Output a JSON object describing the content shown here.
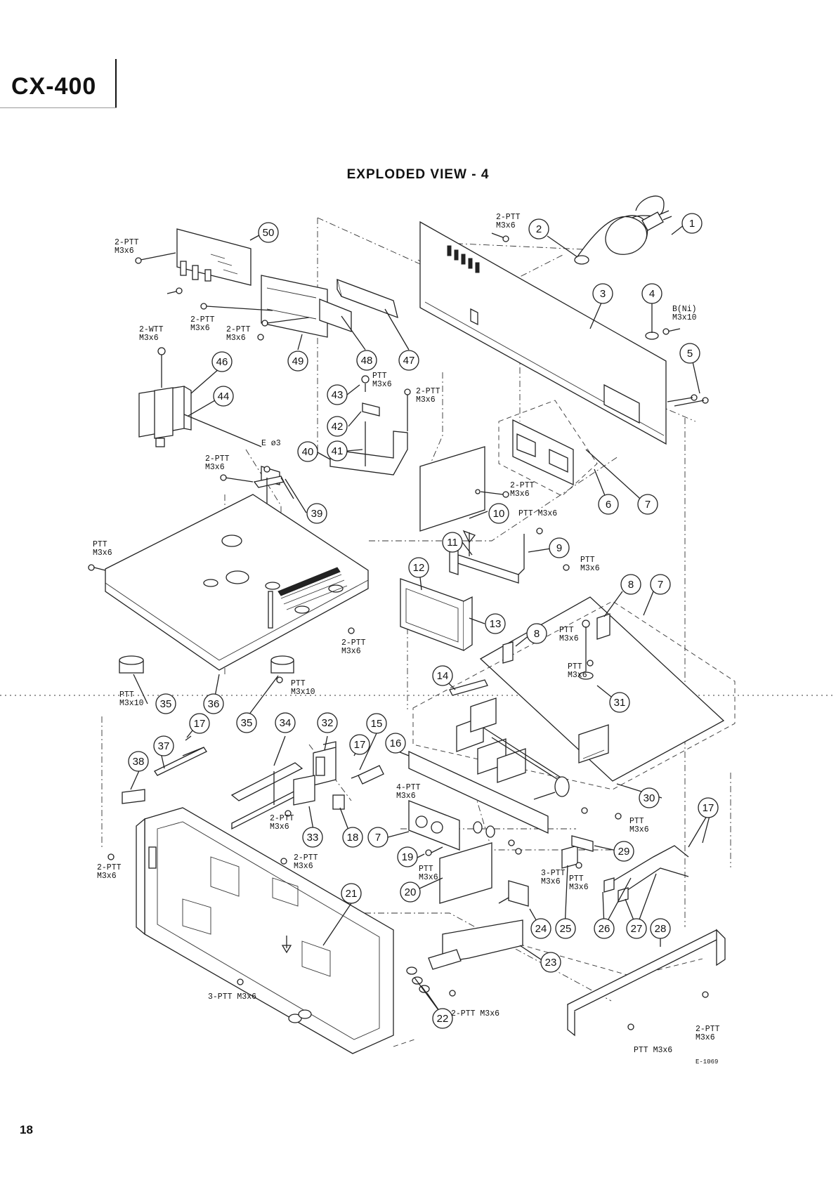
{
  "header": {
    "model": "CX-400"
  },
  "title": "EXPLODED VIEW - 4",
  "footer": {
    "page_number": "18",
    "drawing_code": "E-1069"
  },
  "screw_labels": [
    {
      "id": "s1",
      "lines": [
        "2-PTT",
        "M3x6"
      ]
    },
    {
      "id": "s2",
      "lines": [
        "2-PTT",
        "M3x6"
      ]
    },
    {
      "id": "s3",
      "lines": [
        "2-PTT",
        "M3x6"
      ]
    },
    {
      "id": "s4",
      "lines": [
        "2-PTT",
        "M3x6"
      ]
    },
    {
      "id": "s5",
      "lines": [
        "B(Ni)",
        "M3x10"
      ]
    },
    {
      "id": "s6",
      "lines": [
        "2-WTT",
        "M3x6"
      ]
    },
    {
      "id": "s7",
      "lines": [
        "PTT",
        "M3x6"
      ]
    },
    {
      "id": "s8",
      "lines": [
        "2-PTT",
        "M3x6"
      ]
    },
    {
      "id": "s9",
      "lines": [
        "E ø3"
      ]
    },
    {
      "id": "s10",
      "lines": [
        "2-PTT",
        "M3x6"
      ]
    },
    {
      "id": "s11",
      "lines": [
        "2-PTT",
        "M3x6"
      ]
    },
    {
      "id": "s12",
      "lines": [
        "PTT",
        "M3x6"
      ]
    },
    {
      "id": "s13",
      "lines": [
        "PTT M3x6"
      ]
    },
    {
      "id": "s14",
      "lines": [
        "PTT",
        "M3x6"
      ]
    },
    {
      "id": "s15",
      "lines": [
        "2-PTT",
        "M3x6"
      ]
    },
    {
      "id": "s16",
      "lines": [
        "PTT",
        "M3x6"
      ]
    },
    {
      "id": "s17",
      "lines": [
        "PTT",
        "M3x6"
      ]
    },
    {
      "id": "s18",
      "lines": [
        "PTT",
        "M3x10"
      ]
    },
    {
      "id": "s19",
      "lines": [
        "PTT",
        "M3x10"
      ]
    },
    {
      "id": "s20",
      "lines": [
        "4-PTT",
        "M3x6"
      ]
    },
    {
      "id": "s21",
      "lines": [
        "2-PTT",
        "M3x6"
      ]
    },
    {
      "id": "s22",
      "lines": [
        "PTT",
        "M3x6"
      ]
    },
    {
      "id": "s23",
      "lines": [
        "2-PTT",
        "M3x6"
      ]
    },
    {
      "id": "s24",
      "lines": [
        "PTT",
        "M3x6"
      ]
    },
    {
      "id": "s25",
      "lines": [
        "3-PTT",
        "M3x6"
      ]
    },
    {
      "id": "s26",
      "lines": [
        "PTT",
        "M3x6"
      ]
    },
    {
      "id": "s27",
      "lines": [
        "2-PTT",
        "M3x6"
      ]
    },
    {
      "id": "s28",
      "lines": [
        "3-PTT  M3x6"
      ]
    },
    {
      "id": "s29",
      "lines": [
        "2-PTT  M3x6"
      ]
    },
    {
      "id": "s30",
      "lines": [
        "2-PTT",
        "M3x6"
      ]
    },
    {
      "id": "s31",
      "lines": [
        "PTT  M3x6"
      ]
    }
  ]
}
